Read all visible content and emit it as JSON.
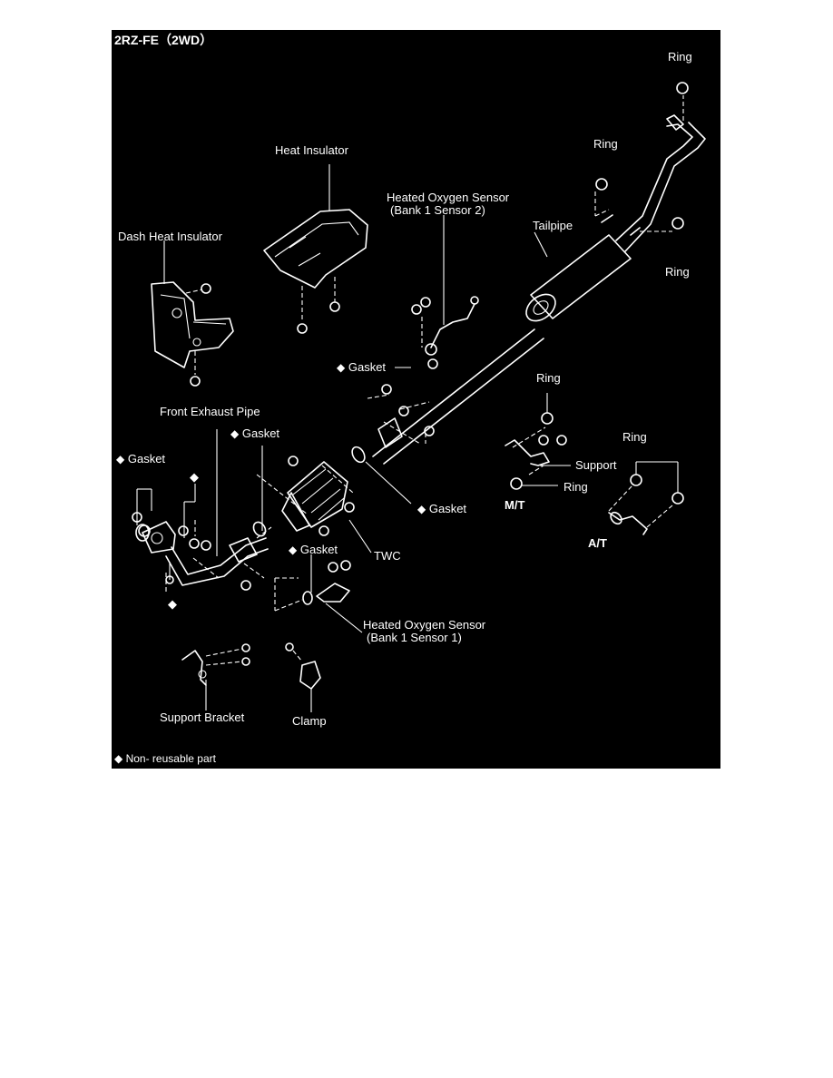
{
  "title": "2RZ-FE（2WD）",
  "labels": {
    "ring_top": "Ring",
    "ring_upper": "Ring",
    "ring_right": "Ring",
    "heat_insulator": "Heat Insulator",
    "ho2s2_line1": "Heated Oxygen Sensor",
    "ho2s2_line2": "(Bank 1 Sensor 2)",
    "tailpipe": "Tailpipe",
    "dash_heat_insulator": "Dash Heat Insulator",
    "gasket_mid": "Gasket",
    "ring_support": "Ring",
    "front_exhaust_pipe": "Front Exhaust Pipe",
    "gasket_center": "Gasket",
    "ring_at": "Ring",
    "gasket_left": "Gasket",
    "support": "Support",
    "ring_mt": "Ring",
    "mt": "M/T",
    "gasket_lower_right": "Gasket",
    "at": "A/T",
    "gasket_bottom": "Gasket",
    "twc": "TWC",
    "ho2s1_line1": "Heated Oxygen Sensor",
    "ho2s1_line2": "(Bank 1 Sensor 1)",
    "support_bracket": "Support Bracket",
    "clamp": "Clamp",
    "legend": "Non- reusable part"
  },
  "symbols": {
    "non_reusable": "◆"
  }
}
